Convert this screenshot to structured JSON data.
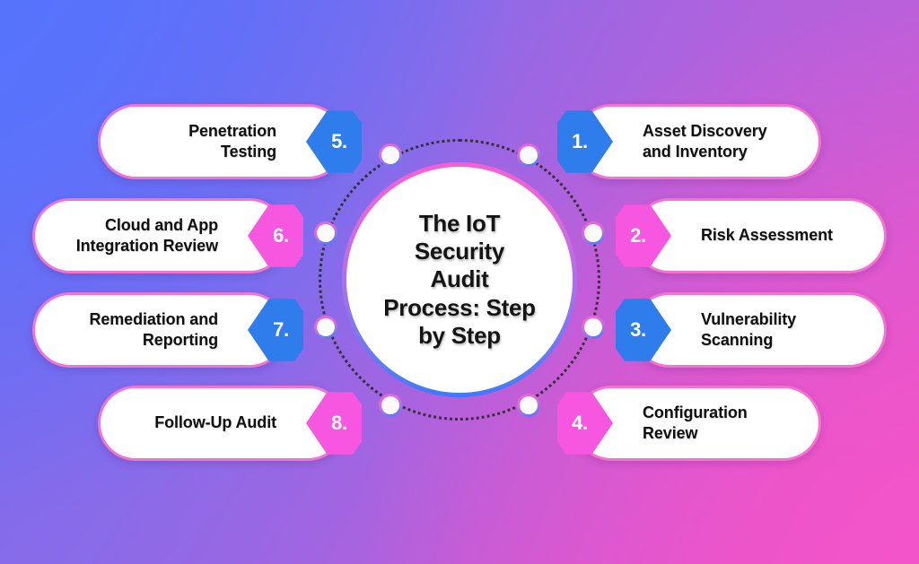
{
  "background": {
    "gradient_corners": {
      "top_left": "#5a73fb",
      "top_right": "#b363de",
      "bottom_left": "#8a6be8",
      "bottom_right": "#f055c8"
    }
  },
  "colors": {
    "badge_blue": "#2f7cec",
    "badge_magenta": "#f756e0",
    "card_border_pink": "#f472d0",
    "card_fill": "#ffffff",
    "text_dark": "#101010",
    "dotted_ring": "#2d2d2d"
  },
  "center": {
    "title": "The IoT\nSecurity\nAudit\nProcess: Step\nby Step"
  },
  "steps": [
    {
      "number": "1.",
      "label": "Asset Discovery\nand Inventory",
      "badge_color": "blue",
      "side": "right",
      "icon": "pentagon-badge-icon"
    },
    {
      "number": "2.",
      "label": "Risk Assessment",
      "badge_color": "magenta",
      "side": "right",
      "icon": "pentagon-badge-icon"
    },
    {
      "number": "3.",
      "label": "Vulnerability\nScanning",
      "badge_color": "blue",
      "side": "right",
      "icon": "pentagon-badge-icon"
    },
    {
      "number": "4.",
      "label": "Configuration\nReview",
      "badge_color": "magenta",
      "side": "right",
      "icon": "pentagon-badge-icon"
    },
    {
      "number": "5.",
      "label": "Penetration\nTesting",
      "badge_color": "blue",
      "side": "left",
      "icon": "pentagon-badge-icon"
    },
    {
      "number": "6.",
      "label": "Cloud and App\nIntegration Review",
      "badge_color": "magenta",
      "side": "left",
      "icon": "pentagon-badge-icon"
    },
    {
      "number": "7.",
      "label": "Remediation and\nReporting",
      "badge_color": "blue",
      "side": "left",
      "icon": "pentagon-badge-icon"
    },
    {
      "number": "8.",
      "label": "Follow-Up Audit",
      "badge_color": "magenta",
      "side": "left",
      "icon": "pentagon-badge-icon"
    }
  ],
  "nodes": [
    {
      "name": "connector-node-top-left"
    },
    {
      "name": "connector-node-top-right"
    },
    {
      "name": "connector-node-mid-left"
    },
    {
      "name": "connector-node-mid-right"
    },
    {
      "name": "connector-node-low-left"
    },
    {
      "name": "connector-node-low-right"
    },
    {
      "name": "connector-node-bottom-left"
    },
    {
      "name": "connector-node-bottom-right"
    }
  ]
}
